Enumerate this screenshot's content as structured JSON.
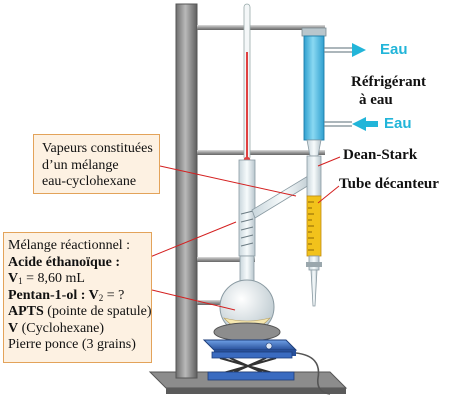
{
  "labels": {
    "eau_top": "Eau",
    "eau_bottom": "Eau",
    "refrigerant_line1": "Réfrigérant",
    "refrigerant_line2": "à eau",
    "dean_stark": "Dean-Stark",
    "tube_decanteur": "Tube décanteur"
  },
  "vapeurs_box": {
    "lines": [
      "Vapeurs constituées",
      "d’un mélange",
      "eau-cyclohexane"
    ]
  },
  "melange_box": {
    "title": "Mélange réactionnel :",
    "acide": "Acide éthanoïque :",
    "v1_symbol": "V",
    "v1_sub": "1",
    "v1_value": " = 8,60 mL",
    "pentanol": "Pentan-1-ol : V",
    "v2_sub": "2",
    "v2_value": " = ?",
    "apts": "APTS",
    "apts_detail": " (pointe de spatule)",
    "v_cyclo": "V",
    "v_cyclo_detail": " (Cyclohexane)",
    "pierre": "Pierre ponce (3 grains)"
  },
  "colors": {
    "eau_blue": "#22b5d9",
    "box_fill": "#fdf1e2",
    "box_border": "#e3a35a",
    "pointer_red": "#d42020",
    "stand_gray": "#8a8a8a",
    "condenser_blue": "#55c3e6",
    "decanter_yellow": "#f2c21b",
    "hotplate_blue": "#3f78c8"
  }
}
